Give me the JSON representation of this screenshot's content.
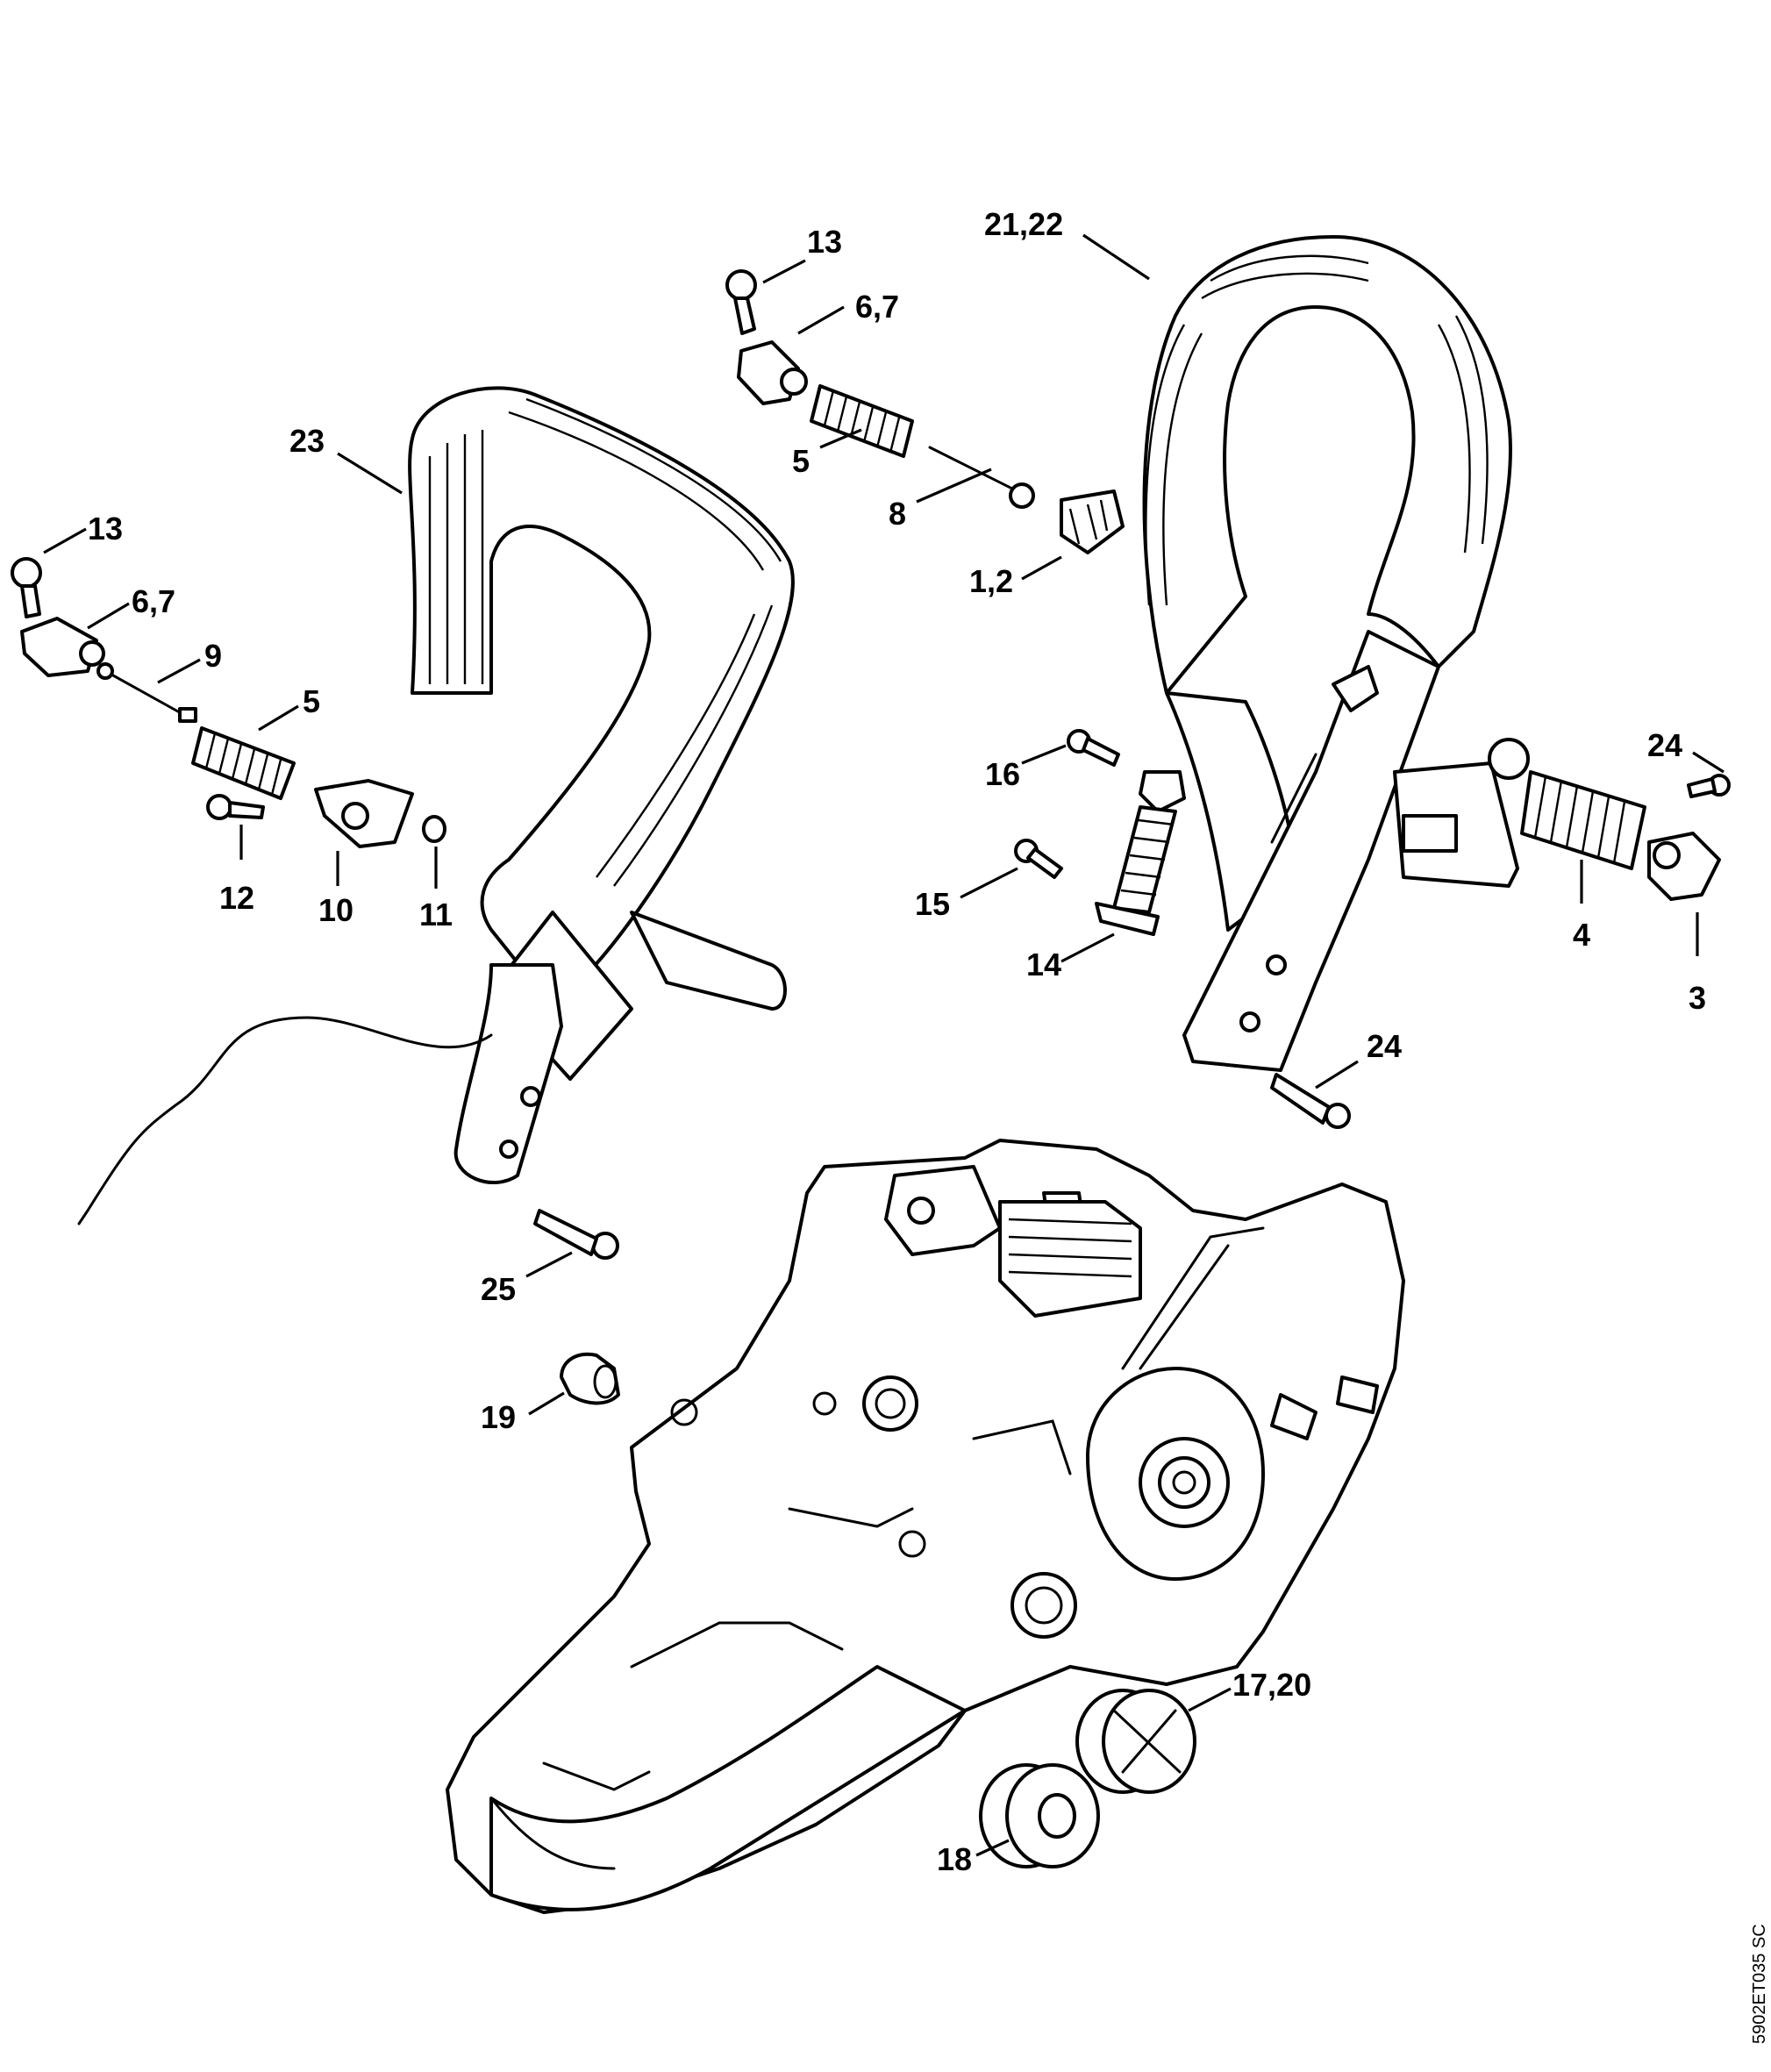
{
  "callouts": {
    "c13a": "13",
    "c67a": "6,7",
    "c5a": "5",
    "c8": "8",
    "c12": "1,2",
    "c2122": "21,22",
    "c23": "23",
    "c13b": "13",
    "c67b": "6,7",
    "c9": "9",
    "c5b": "5",
    "c12s": "12",
    "c10": "10",
    "c11": "11",
    "c16": "16",
    "c15": "15",
    "c14": "14",
    "c24a": "24",
    "c4": "4",
    "c3": "3",
    "c24b": "24",
    "c25": "25",
    "c19": "19",
    "c1720": "17,20",
    "c18": "18"
  },
  "document_id": "5902ET035 SC"
}
